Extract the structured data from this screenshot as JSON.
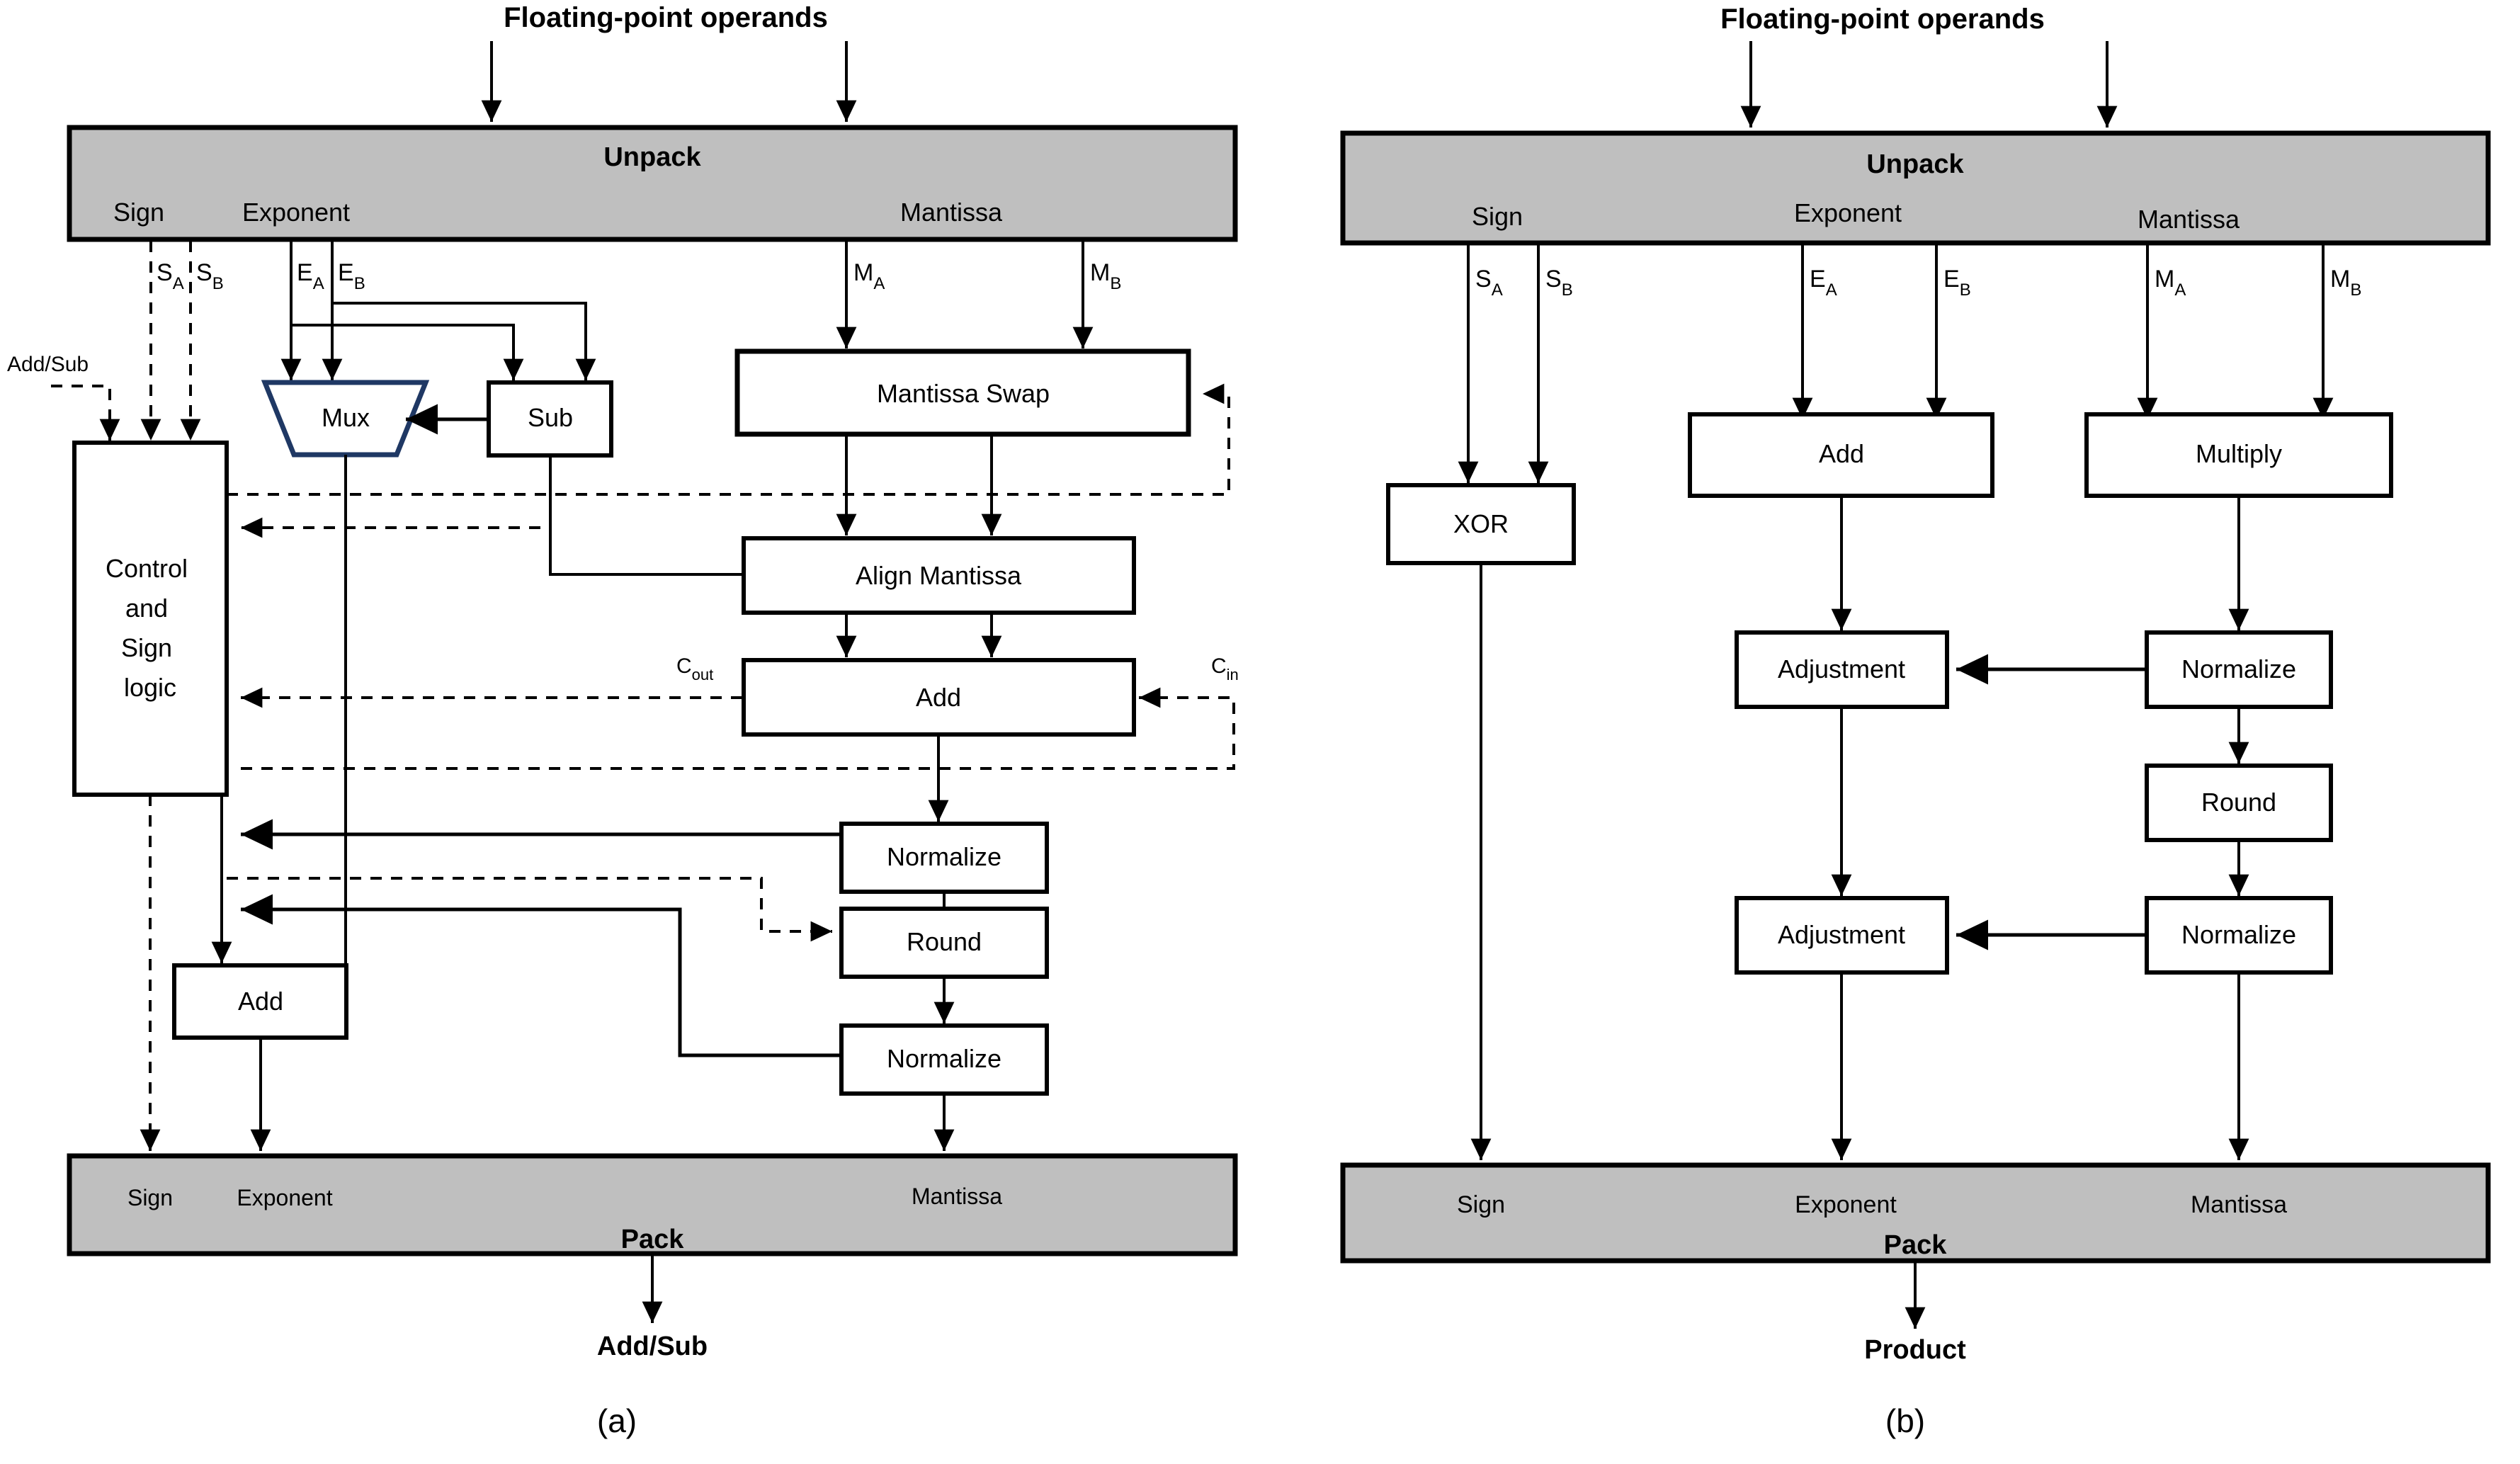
{
  "figure": {
    "panels": [
      {
        "id": "a",
        "caption": "(a)",
        "top_label": "Floating-point operands",
        "bottom_label": "Add/Sub",
        "unpack": {
          "title": "Unpack",
          "ports": [
            "Sign",
            "Exponent",
            "Mantissa"
          ]
        },
        "pack": {
          "title": "Pack",
          "ports": [
            "Sign",
            "Exponent",
            "Mantissa"
          ]
        },
        "signals": [
          "S",
          "S",
          "E",
          "E",
          "M",
          "M"
        ],
        "signal_labels": [
          {
            "base": "S",
            "sub": "A"
          },
          {
            "base": "S",
            "sub": "B"
          },
          {
            "base": "E",
            "sub": "A"
          },
          {
            "base": "E",
            "sub": "B"
          },
          {
            "base": "M",
            "sub": "A"
          },
          {
            "base": "M",
            "sub": "B"
          }
        ],
        "control_input": "Add/Sub",
        "carry_out": {
          "base": "C",
          "sub": "out"
        },
        "carry_in": {
          "base": "C",
          "sub": "in"
        },
        "blocks": [
          {
            "name": "mux",
            "label": "Mux",
            "shape": "trapezoid",
            "accent": "#1F3864"
          },
          {
            "name": "sub",
            "label": "Sub",
            "shape": "rect"
          },
          {
            "name": "mantissa-swap",
            "label": "Mantissa Swap",
            "shape": "rect"
          },
          {
            "name": "control-sign-logic",
            "label": "Control\nand\nSign\nlogic",
            "shape": "rect",
            "lines": [
              "Control",
              "and",
              "Sign",
              "logic"
            ]
          },
          {
            "name": "align-mantissa",
            "label": "Align Mantissa",
            "shape": "rect"
          },
          {
            "name": "add-mantissa",
            "label": "Add",
            "shape": "rect"
          },
          {
            "name": "normalize-1",
            "label": "Normalize",
            "shape": "rect"
          },
          {
            "name": "round",
            "label": "Round",
            "shape": "rect"
          },
          {
            "name": "normalize-2",
            "label": "Normalize",
            "shape": "rect"
          },
          {
            "name": "add-exponent",
            "label": "Add",
            "shape": "rect"
          }
        ]
      },
      {
        "id": "b",
        "caption": "(b)",
        "top_label": "Floating-point operands",
        "bottom_label": "Product",
        "unpack": {
          "title": "Unpack",
          "ports": [
            "Sign",
            "Exponent",
            "Mantissa"
          ]
        },
        "pack": {
          "title": "Pack",
          "ports": [
            "Sign",
            "Exponent",
            "Mantissa"
          ]
        },
        "signal_labels": [
          {
            "base": "S",
            "sub": "A"
          },
          {
            "base": "S",
            "sub": "B"
          },
          {
            "base": "E",
            "sub": "A"
          },
          {
            "base": "E",
            "sub": "B"
          },
          {
            "base": "M",
            "sub": "A"
          },
          {
            "base": "M",
            "sub": "B"
          }
        ],
        "blocks": [
          {
            "name": "xor",
            "label": "XOR",
            "shape": "rect"
          },
          {
            "name": "add-exponent",
            "label": "Add",
            "shape": "rect"
          },
          {
            "name": "multiply-mantissa",
            "label": "Multiply",
            "shape": "rect"
          },
          {
            "name": "adjustment-1",
            "label": "Adjustment",
            "shape": "rect"
          },
          {
            "name": "normalize-1",
            "label": "Normalize",
            "shape": "rect"
          },
          {
            "name": "round",
            "label": "Round",
            "shape": "rect"
          },
          {
            "name": "adjustment-2",
            "label": "Adjustment",
            "shape": "rect"
          },
          {
            "name": "normalize-2",
            "label": "Normalize",
            "shape": "rect"
          }
        ]
      }
    ],
    "colors": {
      "unpack_pack_fill": "#BFBFBF",
      "stroke": "#000000",
      "mux_accent": "#1F3864",
      "background": "#FFFFFF"
    }
  }
}
